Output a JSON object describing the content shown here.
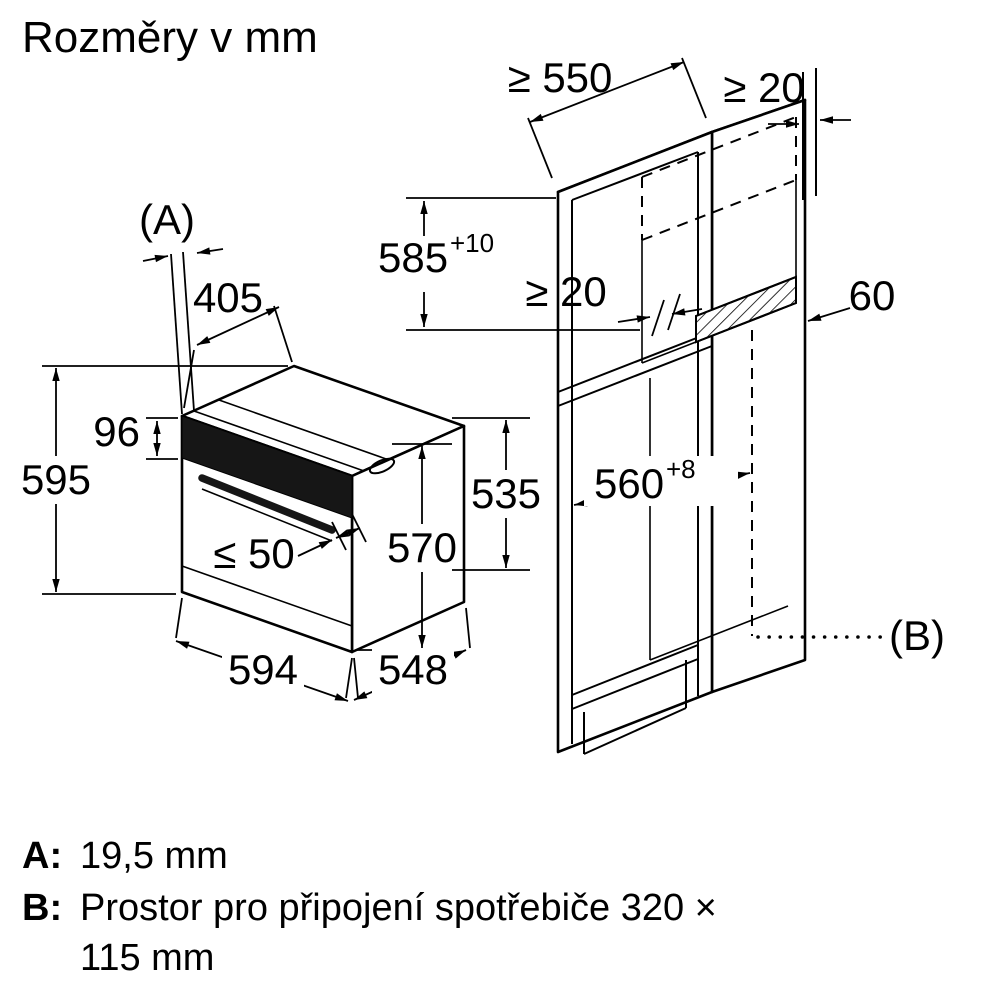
{
  "title": "Rozměry v mm",
  "dims": {
    "a_ref": "(A)",
    "b_ref": "(B)",
    "d405": "405",
    "d96": "96",
    "d595": "595",
    "le50": "≤ 50",
    "d570": "570",
    "d535": "535",
    "d594": "594",
    "d548": "548",
    "ge550": "≥ 550",
    "ge20_top": "≥ 20",
    "d585": "585",
    "d585_sup": "+10",
    "ge20_mid": "≥ 20",
    "d60": "60",
    "d560": "560",
    "d560_sup": "+8"
  },
  "notes": {
    "a_key": "A:",
    "a_text": "19,5 mm",
    "b_key": "B:",
    "b_text_1": "Prostor pro připojení spotřebiče 320 ×",
    "b_text_2": "115 mm"
  },
  "colors": {
    "line": "#000000",
    "background": "#ffffff",
    "panel_fill": "#161616"
  }
}
